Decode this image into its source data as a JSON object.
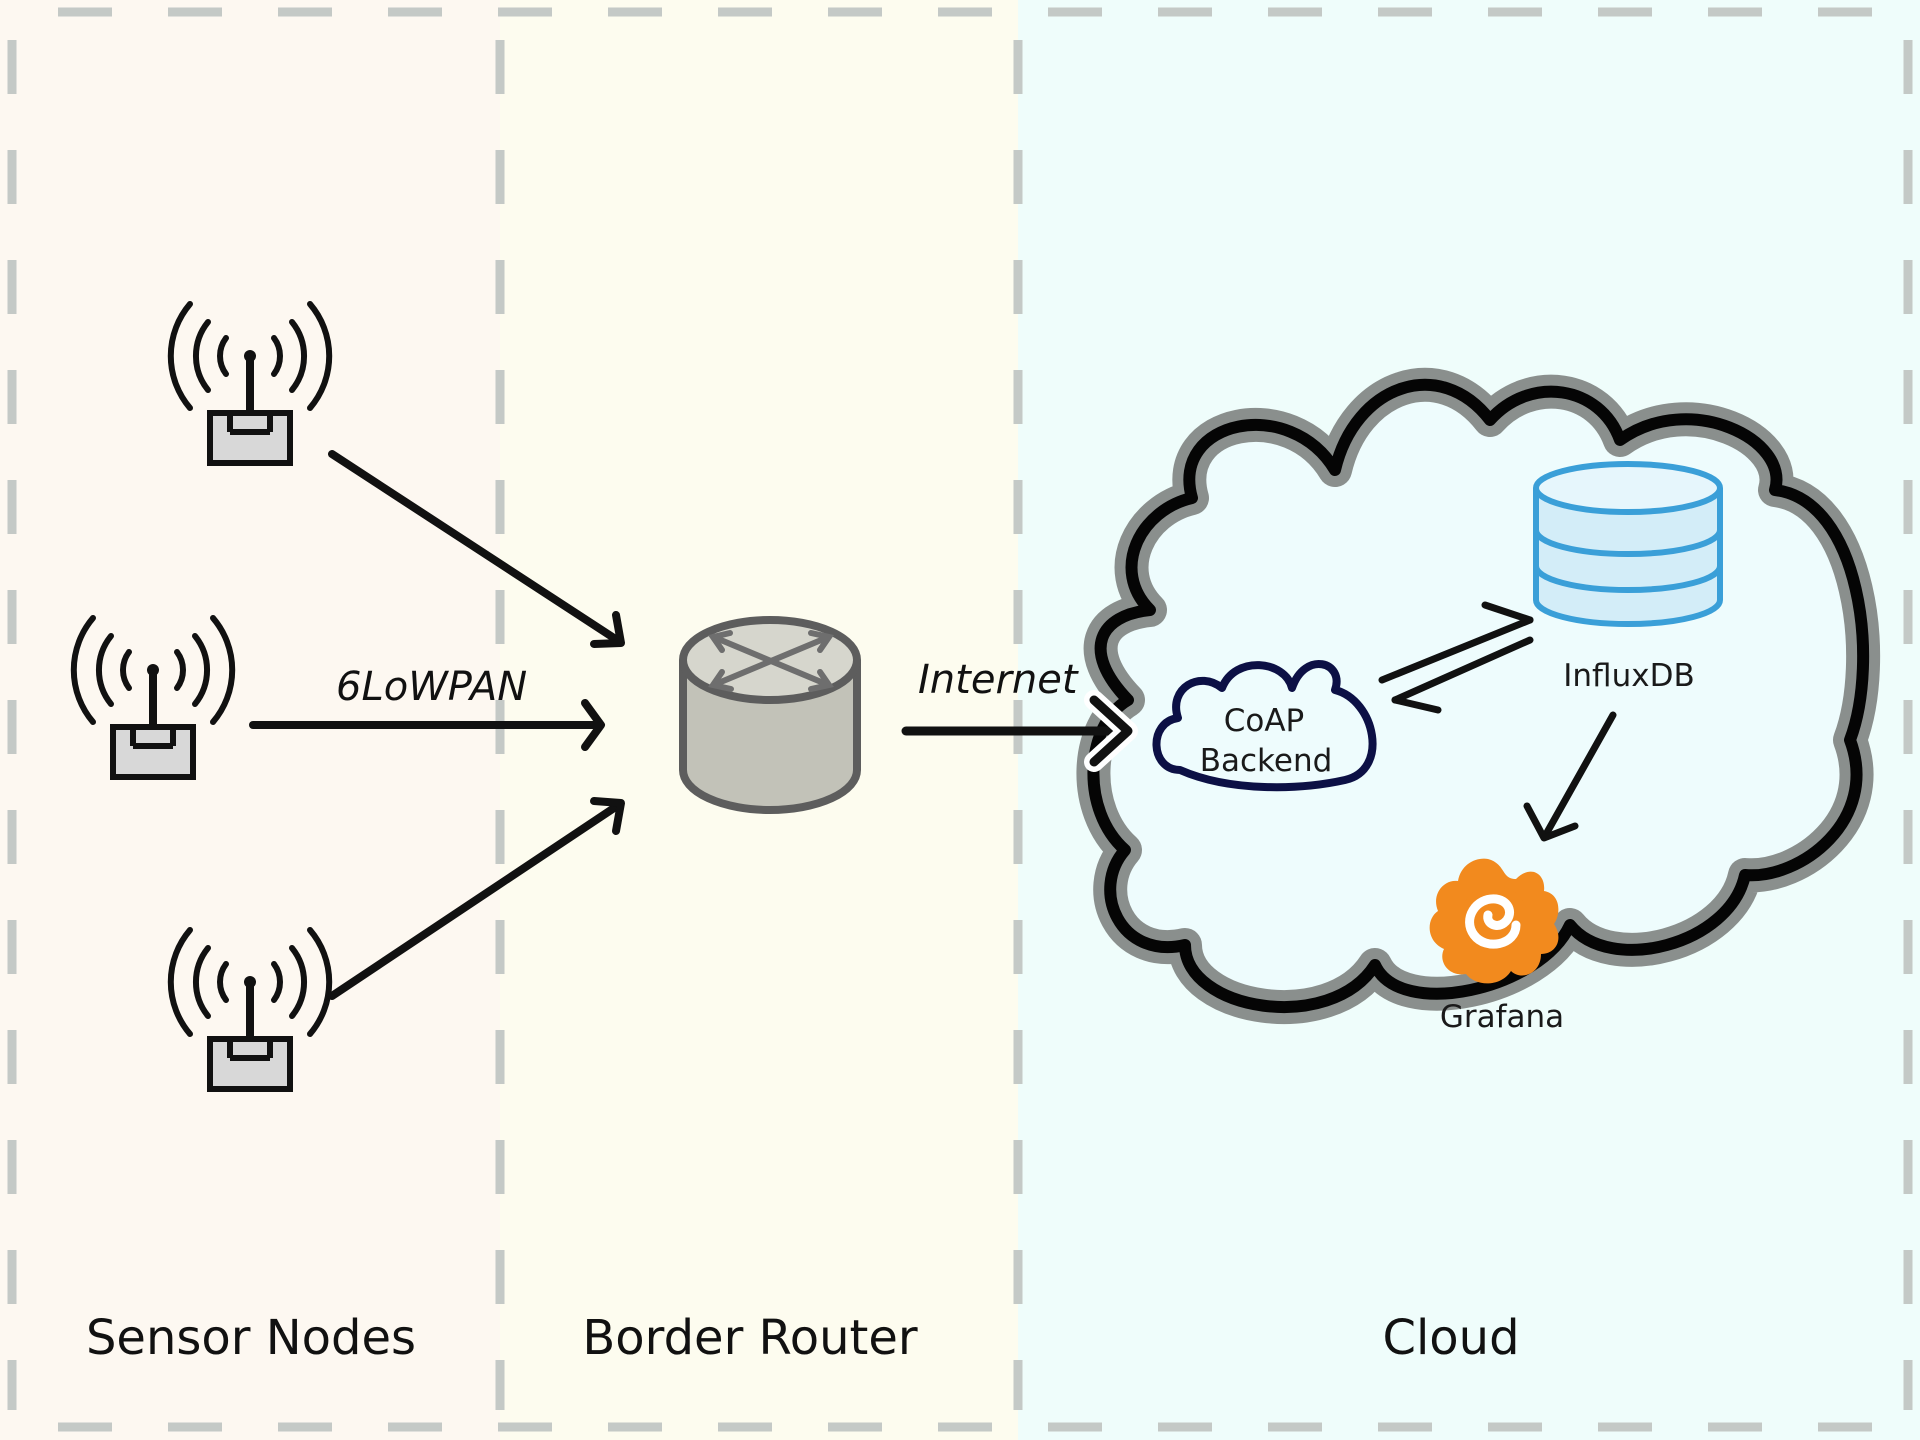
{
  "zones": {
    "sensor_nodes": {
      "label": "Sensor Nodes",
      "fill": "#fdf8f1"
    },
    "border_router": {
      "label": "Border Router",
      "fill": "#fdfcef"
    },
    "cloud": {
      "label": "Cloud",
      "fill": "#effdfb"
    }
  },
  "edges": {
    "sensor_link": {
      "label": "6LoWPAN"
    },
    "uplink": {
      "label": "Internet"
    }
  },
  "cloud_services": {
    "coap_backend": {
      "line1": "CoAP",
      "line2": "Backend",
      "icon": "cloud-outline-icon"
    },
    "influxdb": {
      "label": "InfluxDB",
      "icon": "database-icon",
      "color": "#3a9fd8"
    },
    "grafana": {
      "label": "Grafana",
      "icon": "grafana-logo-icon",
      "color": "#f28a1e"
    }
  },
  "colors": {
    "dash": "#c4c9c6",
    "arrow": "#111111",
    "router_fill": "#c2c2b8",
    "router_stroke": "#5d5d5d",
    "cloud_fill": "#eefcfd",
    "coap_stroke": "#0c1045"
  }
}
